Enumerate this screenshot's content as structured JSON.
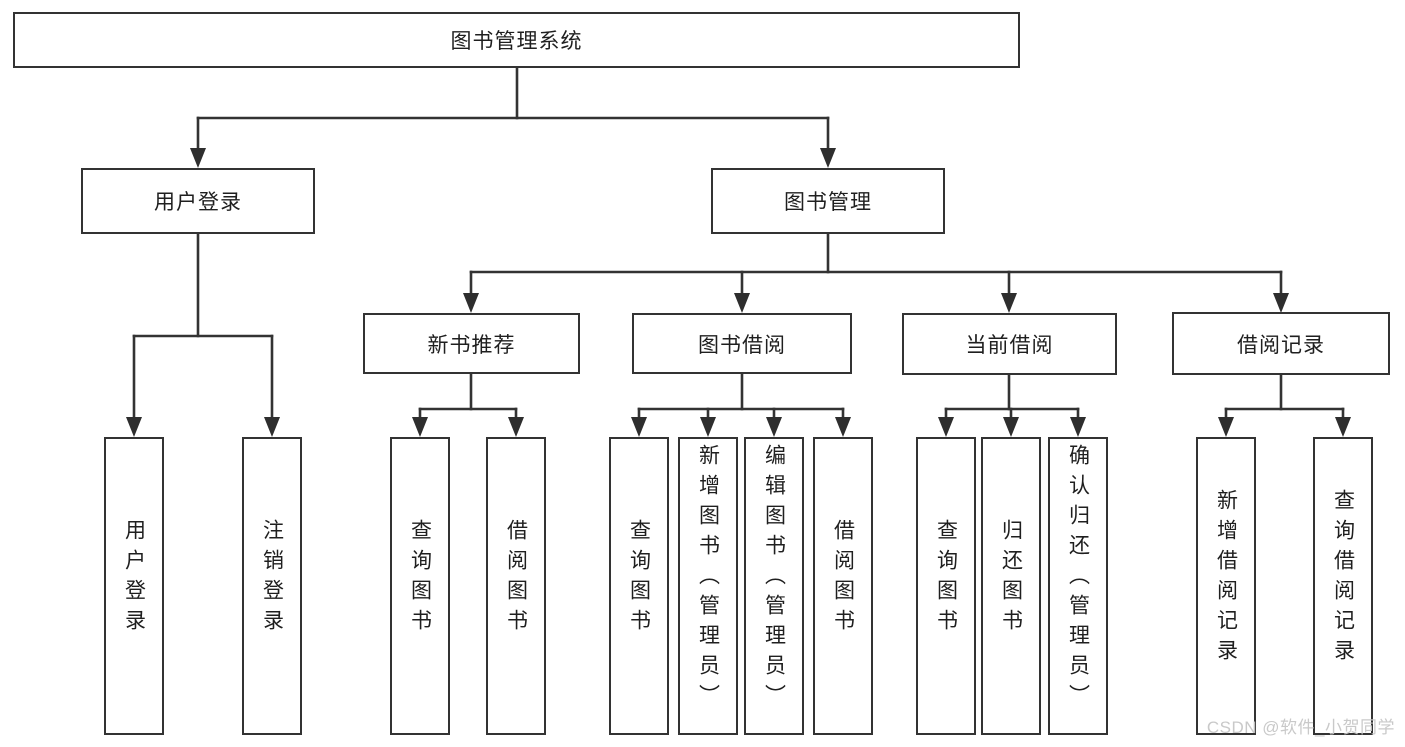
{
  "diagram": {
    "tree": {
      "root": {
        "label": "图书管理系统",
        "children": [
          {
            "label": "用户登录",
            "children": [
              {
                "label": "用户登录"
              },
              {
                "label": "注销登录"
              }
            ]
          },
          {
            "label": "图书管理",
            "children": [
              {
                "label": "新书推荐",
                "children": [
                  {
                    "label": "查询图书"
                  },
                  {
                    "label": "借阅图书"
                  }
                ]
              },
              {
                "label": "图书借阅",
                "children": [
                  {
                    "label": "查询图书"
                  },
                  {
                    "label": "新增图书（管理员）"
                  },
                  {
                    "label": "编辑图书（管理员）"
                  },
                  {
                    "label": "借阅图书"
                  }
                ]
              },
              {
                "label": "当前借阅",
                "children": [
                  {
                    "label": "查询图书"
                  },
                  {
                    "label": "归还图书"
                  },
                  {
                    "label": "确认归还（管理员）"
                  }
                ]
              },
              {
                "label": "借阅记录",
                "children": [
                  {
                    "label": "新增借阅记录"
                  },
                  {
                    "label": "查询借阅记录"
                  }
                ]
              }
            ]
          }
        ]
      }
    },
    "colors": {
      "line": "#333333",
      "arrow": "#2e2e2e",
      "text": "#1f1f1f",
      "box_background": "#ffffff",
      "watermark": "#c6c6c6"
    }
  },
  "watermark": "CSDN @软件_小贺同学"
}
